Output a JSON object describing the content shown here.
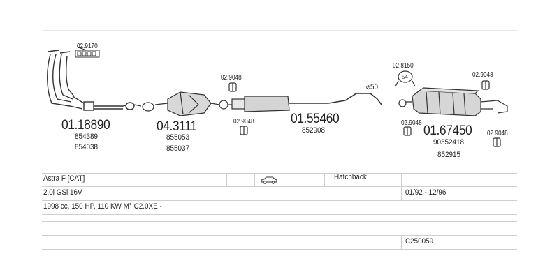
{
  "parts": {
    "gasket_top": "02.9170",
    "manifold_code": "01.18890",
    "manifold_ref1": "854389",
    "manifold_ref2": "854038",
    "cat_code": "04.3111",
    "cat_ref1": "855053",
    "cat_ref2": "855037",
    "clamp_a": "02.9048",
    "clamp_b": "02.9048",
    "mid_code": "01.55460",
    "mid_ref1": "852908",
    "diameter": "⌀50",
    "seal": "02.8150",
    "clamp_c": "02.9048",
    "clamp_d": "02.9048",
    "clamp_e": "02.9048",
    "rear_code": "01.67450",
    "rear_ref1": "90352418",
    "rear_ref2": "852915"
  },
  "info": {
    "model": "Astra F  [CAT]",
    "body_type": "Hatchback",
    "engine": "2.0i GSi 16V",
    "years": "01/92 - 12/96",
    "specs": "1998 cc, 150 HP, 110 KW M° C2.0XE -",
    "code": "C250059",
    "car_icon": "car-icon"
  }
}
